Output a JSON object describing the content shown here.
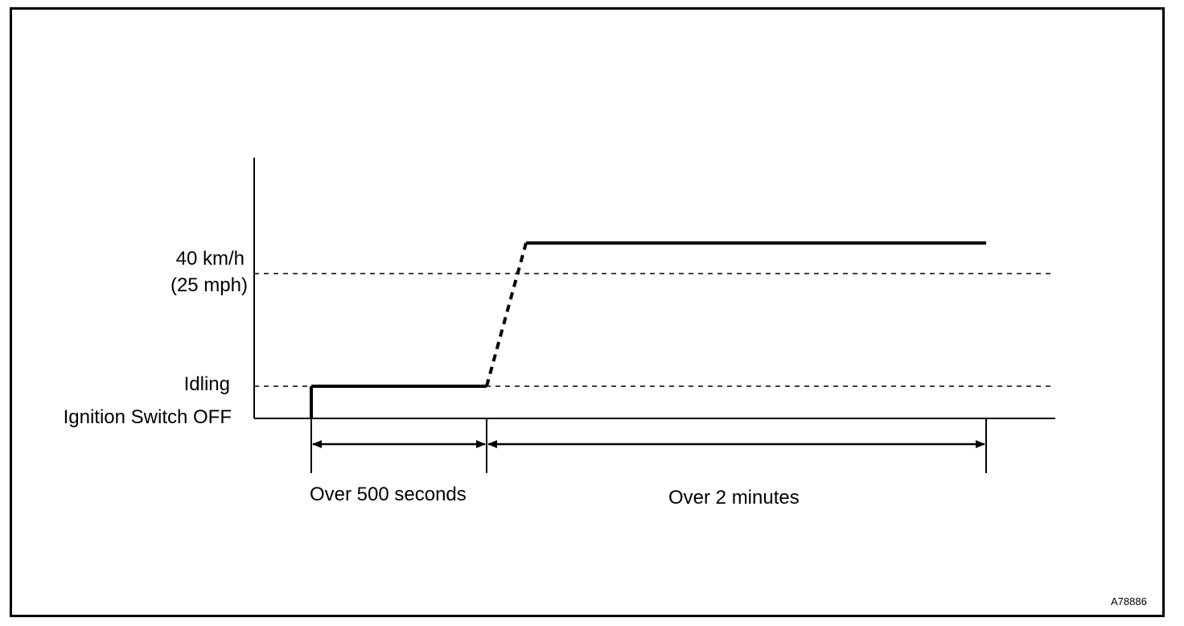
{
  "labels": {
    "speed_kmh": "40 km/h",
    "speed_mph": "(25 mph)",
    "idling": "Idling",
    "ignition_off": "Ignition Switch OFF",
    "interval_1": "Over 500 seconds",
    "interval_2": "Over 2 minutes"
  },
  "figure_code": "A78886",
  "colors": {
    "ink": "#000000",
    "background": "#ffffff"
  }
}
